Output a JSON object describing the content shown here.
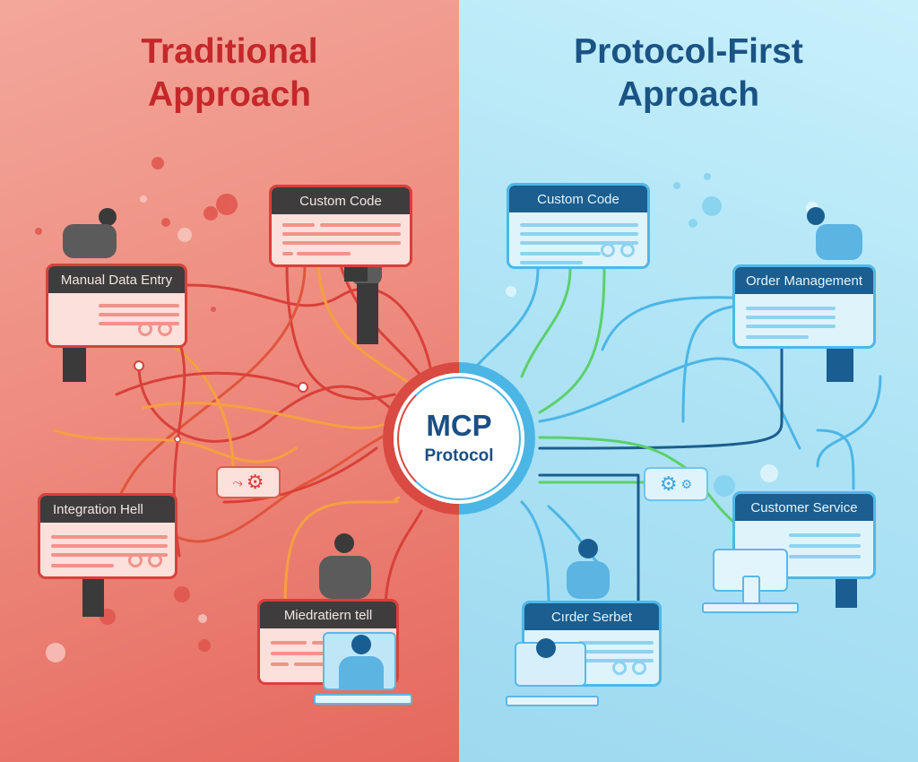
{
  "left_panel": {
    "title_line1": "Traditional",
    "title_line2": "Approach",
    "background_color": "#ee8d80",
    "accent_color": "#c4282b",
    "cards": [
      {
        "label": "Manual Data Entry"
      },
      {
        "label": "Custom Code"
      },
      {
        "label": "Integration Hell"
      },
      {
        "label": "Miedratiern tell"
      }
    ],
    "gear_widget_icon": "settings-gear-icon"
  },
  "right_panel": {
    "title_line1": "Protocol-First",
    "title_line2": "Aproach",
    "background_color": "#aee3f5",
    "accent_color": "#1a5485",
    "cards": [
      {
        "label": "Custom Code"
      },
      {
        "label": "Order Management"
      },
      {
        "label": "Customer Service"
      },
      {
        "label": "Cırder Serbet"
      }
    ],
    "gear_widget_icon": "settings-gear-icon"
  },
  "hub": {
    "title": "MCP",
    "subtitle": "Protocol"
  },
  "icons": {
    "gear": "⚙",
    "small_gear": "⚙"
  }
}
